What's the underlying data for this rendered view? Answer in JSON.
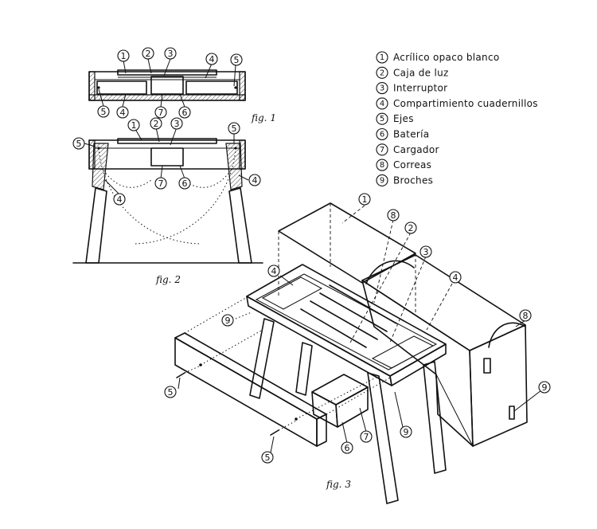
{
  "legend": {
    "items": [
      {
        "num": "1",
        "label": "Acrílico opaco blanco"
      },
      {
        "num": "2",
        "label": "Caja de luz"
      },
      {
        "num": "3",
        "label": "Interruptor"
      },
      {
        "num": "4",
        "label": "Compartimiento cuadernillos"
      },
      {
        "num": "5",
        "label": "Ejes"
      },
      {
        "num": "6",
        "label": "Batería"
      },
      {
        "num": "7",
        "label": "Cargador"
      },
      {
        "num": "8",
        "label": "Correas"
      },
      {
        "num": "9",
        "label": "Broches"
      }
    ]
  },
  "figures": {
    "fig1": {
      "label": "fig. 1",
      "callouts": [
        "1",
        "2",
        "3",
        "4",
        "5",
        "5",
        "4",
        "7",
        "6"
      ]
    },
    "fig2": {
      "label": "fig. 2",
      "callouts": [
        "1",
        "2",
        "3",
        "5",
        "5",
        "4",
        "4",
        "7",
        "6"
      ]
    },
    "fig3": {
      "label": "fig. 3",
      "callouts": [
        "1",
        "8",
        "2",
        "3",
        "4",
        "4",
        "9",
        "5",
        "5",
        "7",
        "6",
        "9",
        "8",
        "9"
      ]
    }
  },
  "colors": {
    "ink": "#111111",
    "paper": "#ffffff"
  }
}
